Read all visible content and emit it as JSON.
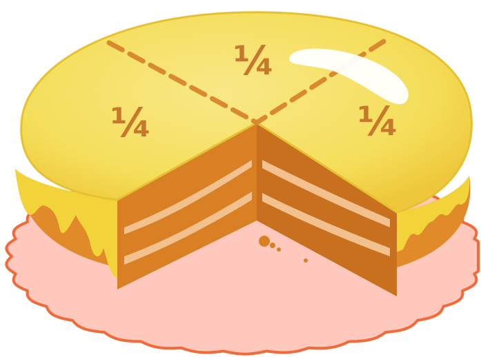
{
  "illustration": {
    "subject": "cake-with-missing-quarter",
    "colors": {
      "icing": "#F2D43A",
      "icing_light": "#F8E887",
      "icing_dark": "#E0B82B",
      "cake": "#E08A2A",
      "cake_dark": "#C8701E",
      "cake_light": "#ECA24A",
      "filling": "#F2C18D",
      "label": "#C8782A",
      "doily": "#FFC8BC",
      "doily_edge": "#F06A3A",
      "highlight": "#FFFFFF"
    }
  },
  "slices": {
    "left_label": "¼",
    "top_label": "¼",
    "right_label": "¼"
  }
}
